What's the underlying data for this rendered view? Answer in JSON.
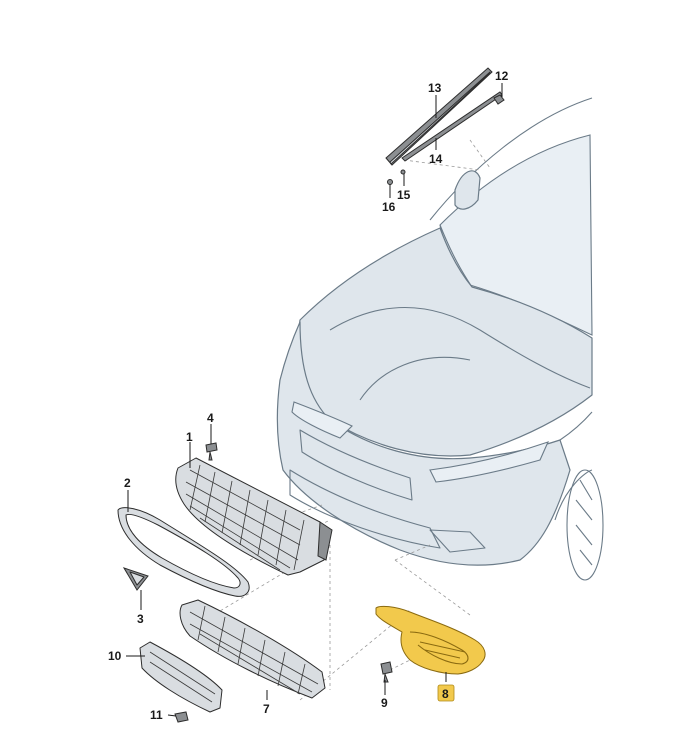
{
  "diagram": {
    "callouts": [
      {
        "id": "c1",
        "label": "1"
      },
      {
        "id": "c2",
        "label": "2"
      },
      {
        "id": "c3",
        "label": "3"
      },
      {
        "id": "c4",
        "label": "4"
      },
      {
        "id": "c7",
        "label": "7"
      },
      {
        "id": "c8",
        "label": "8",
        "highlighted": true
      },
      {
        "id": "c9",
        "label": "9"
      },
      {
        "id": "c10",
        "label": "10"
      },
      {
        "id": "c11",
        "label": "11"
      },
      {
        "id": "c12",
        "label": "12"
      },
      {
        "id": "c13",
        "label": "13"
      },
      {
        "id": "c14",
        "label": "14"
      },
      {
        "id": "c15",
        "label": "15"
      },
      {
        "id": "c16",
        "label": "16"
      }
    ],
    "colors": {
      "highlight": "#f2c94c",
      "vehicle_outline": "#6b7b88",
      "parts_outline": "#2d2d2d"
    }
  }
}
